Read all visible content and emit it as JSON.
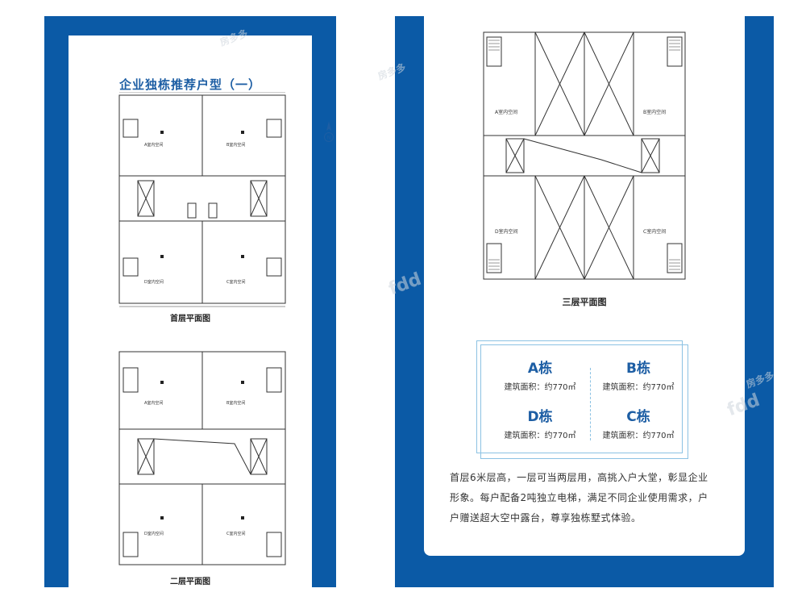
{
  "left_page": {
    "title": "企业独栋推荐户型（一）",
    "first_floor_caption": "首层平面图",
    "second_floor_caption": "二层平面图",
    "room_labels": [
      "A室内空间",
      "B室内空间",
      "D室内空间",
      "C室内空间"
    ]
  },
  "right_page": {
    "third_floor_caption": "三层平面图",
    "room_labels": [
      "A室内空间",
      "B室内空间",
      "D室内空间",
      "C室内空间"
    ],
    "units": [
      {
        "name": "A栋",
        "area": "建筑面积：约770㎡"
      },
      {
        "name": "B栋",
        "area": "建筑面积：约770㎡"
      },
      {
        "name": "D栋",
        "area": "建筑面积：约770㎡"
      },
      {
        "name": "C栋",
        "area": "建筑面积：约770㎡"
      }
    ],
    "description": "首层6米层高，一层可当两层用，高挑入户大堂，彰显企业形象。每户配备2吨独立电梯，满足不同企业使用需求，户户赠送超大空中露台，尊享独栋墅式体验。"
  },
  "colors": {
    "frame_blue": "#0b5aa6",
    "title_blue": "#1d5ea4",
    "box_line": "#8cc2e3"
  },
  "icons": [
    "north-arrow-icon",
    "elevator-icon",
    "stair-icon",
    "washroom-icon"
  ],
  "watermarks": [
    "房多多",
    "fdd"
  ]
}
